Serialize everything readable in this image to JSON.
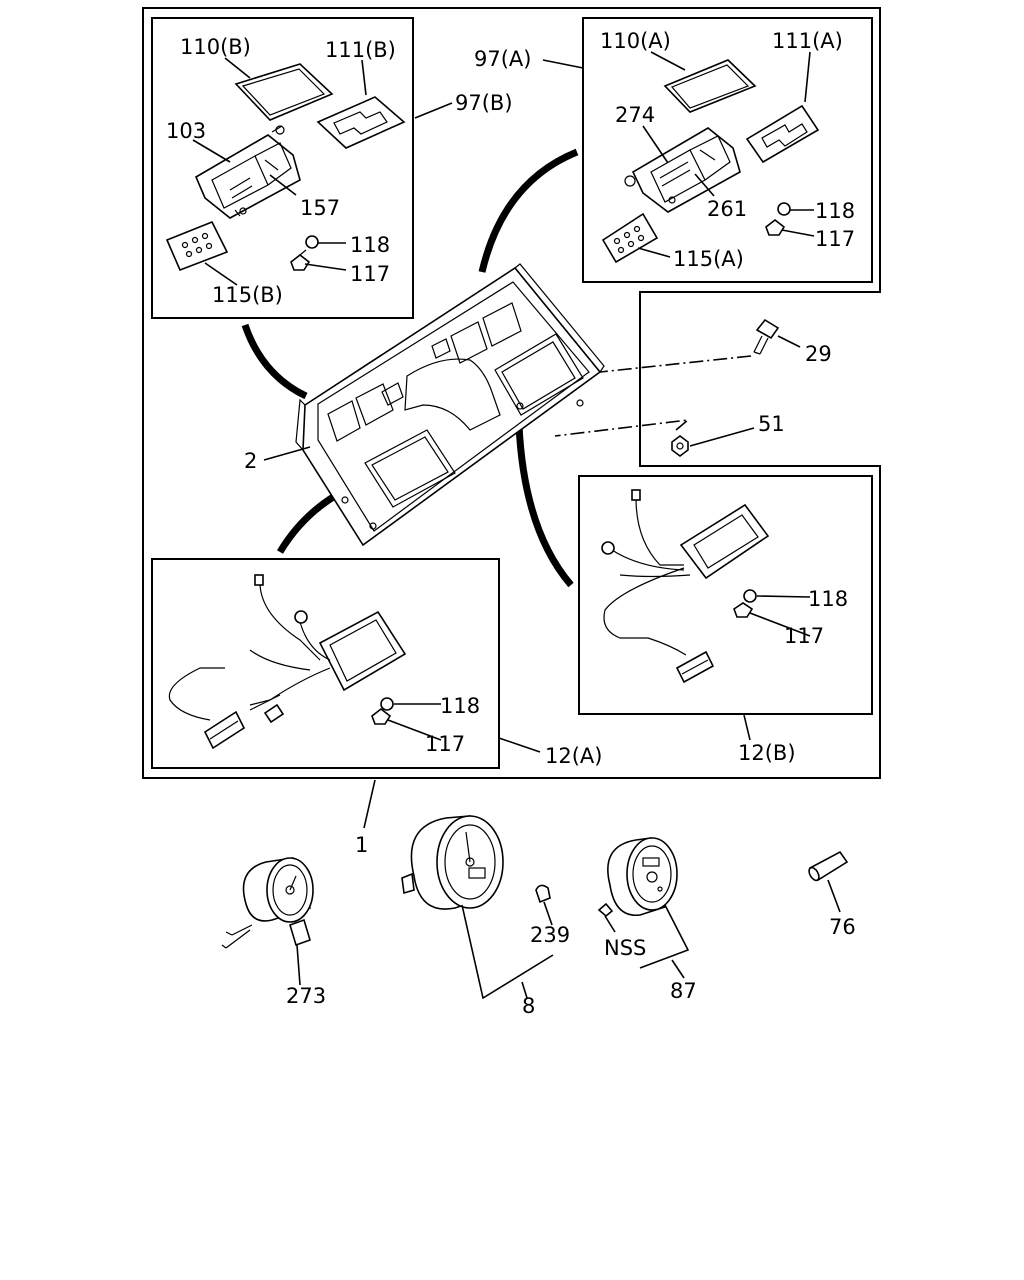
{
  "labels": {
    "p110b": "110(B)",
    "p111b": "111(B)",
    "p97b": "97(B)",
    "p103": "103",
    "p157": "157",
    "p118_b": "118",
    "p117_b": "117",
    "p115b": "115(B)",
    "p97a": "97(A)",
    "p110a": "110(A)",
    "p111a": "111(A)",
    "p274": "274",
    "p261": "261",
    "p118_a": "118",
    "p117_a": "117",
    "p115a": "115(A)",
    "p29": "29",
    "p51": "51",
    "p2": "2",
    "p118_12b": "118",
    "p117_12b": "117",
    "p12b": "12(B)",
    "p118_12a": "118",
    "p117_12a": "117",
    "p12a": "12(A)",
    "p1": "1",
    "p273": "273",
    "p239": "239",
    "p8": "8",
    "pnss": "NSS",
    "p87": "87",
    "p76": "76"
  },
  "icons": [
    "cluster-panel",
    "meter-housing",
    "bulb",
    "bulb-socket",
    "wiring-harness",
    "gauge",
    "speedometer",
    "tachometer",
    "bolt",
    "nut",
    "collar"
  ]
}
